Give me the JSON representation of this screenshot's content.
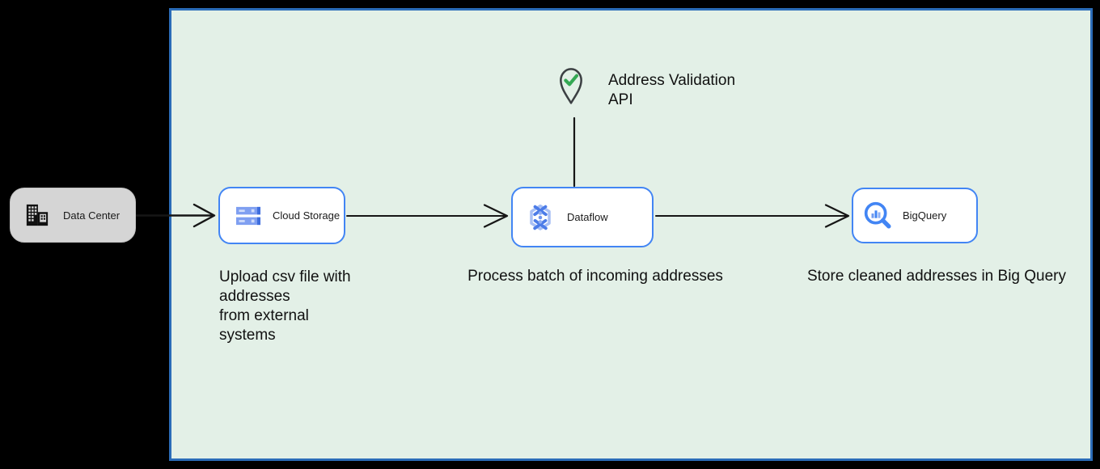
{
  "canvas": {
    "background_color": "#000000",
    "boundary_fill": "#e3f0e7",
    "boundary_border_color": "#2b6cb8",
    "node_border_color": "#4285f4",
    "datacenter_fill": "#d5d5d5",
    "check_color": "#34a853",
    "pin_outline_color": "#3c4043",
    "arrow_color": "#161616"
  },
  "nodes": [
    {
      "id": "data-center",
      "label": "Data Center",
      "icon": "building-icon"
    },
    {
      "id": "cloud-storage",
      "label": "Cloud Storage",
      "icon": "cloud-storage-icon"
    },
    {
      "id": "dataflow",
      "label": "Dataflow",
      "icon": "dataflow-icon"
    },
    {
      "id": "bigquery",
      "label": "BigQuery",
      "icon": "bigquery-icon"
    }
  ],
  "annotation": {
    "text": "Address Validation\nAPI",
    "icon": "map-pin-check-icon"
  },
  "captions": [
    {
      "for": "cloud-storage",
      "text": "Upload csv file with\naddresses\nfrom external\nsystems"
    },
    {
      "for": "dataflow",
      "text": "Process batch of incoming addresses"
    },
    {
      "for": "bigquery",
      "text": "Store cleaned addresses in Big Query"
    }
  ],
  "edges": [
    {
      "from": "data-center",
      "to": "cloud-storage",
      "type": "arrow"
    },
    {
      "from": "cloud-storage",
      "to": "dataflow",
      "type": "arrow"
    },
    {
      "from": "dataflow",
      "to": "bigquery",
      "type": "arrow"
    },
    {
      "from": "address-validation-api",
      "to": "dataflow",
      "type": "line"
    }
  ]
}
